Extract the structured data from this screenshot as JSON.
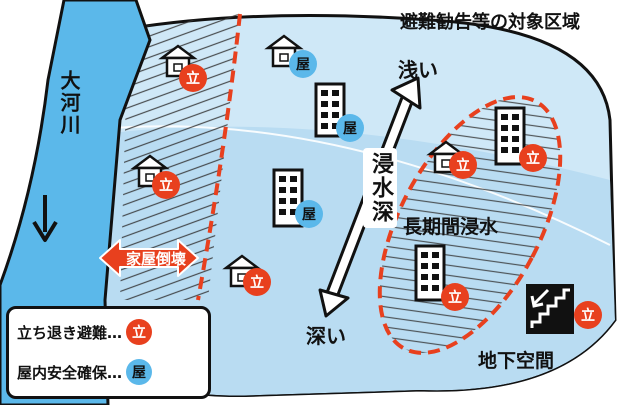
{
  "title": "避難勧告等の対象区域",
  "river_label": "大河川",
  "depth": {
    "shallow": "浅い",
    "deep": "深い",
    "axis_label": "浸水深"
  },
  "long_term_flood": "長期間浸水",
  "underground": "地下空間",
  "house_collapse": "家屋倒壊",
  "badge": {
    "evacuate": "立",
    "indoor": "屋"
  },
  "legend": {
    "evacuate_label": "立ち退き避難…",
    "indoor_label": "屋内安全確保…"
  },
  "colors": {
    "river": "#5bb8ea",
    "flood_area": "#cfe8f7",
    "evacuate_badge": "#e8401e",
    "indoor_badge": "#5bb8ea",
    "boundary_dashes": "#e8401e"
  }
}
